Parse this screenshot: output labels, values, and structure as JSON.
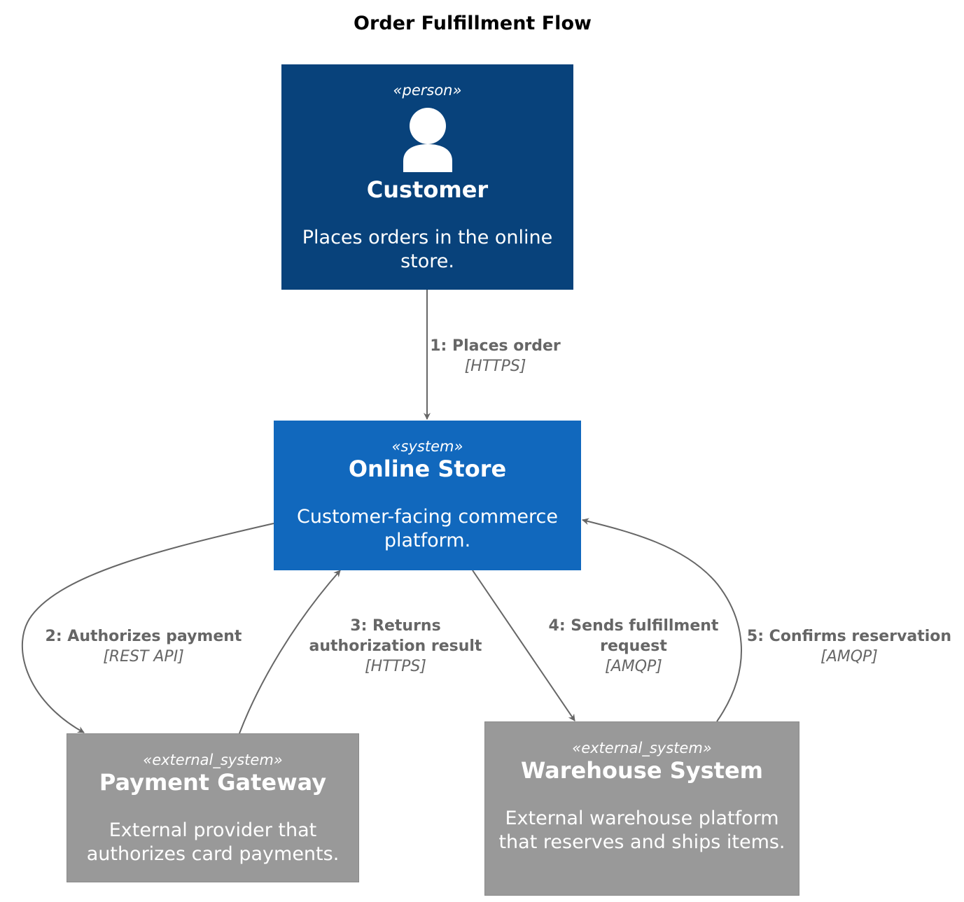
{
  "title": "Order Fulfillment Flow",
  "colors": {
    "person": "#08427b",
    "system": "#1168bd",
    "external_system": "#999999",
    "edge": "#666666"
  },
  "nodes": {
    "customer": {
      "stereotype": "«person»",
      "icon": "person-icon",
      "name": "Customer",
      "description": "Places orders in the online store."
    },
    "online_store": {
      "stereotype": "«system»",
      "name": "Online Store",
      "description": "Customer-facing commerce platform."
    },
    "payment_gateway": {
      "stereotype": "«external_system»",
      "name": "Payment Gateway",
      "description": "External provider that authorizes card payments."
    },
    "warehouse_system": {
      "stereotype": "«external_system»",
      "name": "Warehouse System",
      "description": "External warehouse platform that reserves and ships items."
    }
  },
  "edges": [
    {
      "from": "Customer",
      "to": "Online Store",
      "label": "1: Places order",
      "protocol": "[HTTPS]"
    },
    {
      "from": "Online Store",
      "to": "Payment Gateway",
      "label": "2: Authorizes payment",
      "protocol": "[REST API]"
    },
    {
      "from": "Payment Gateway",
      "to": "Online Store",
      "label": "3: Returns authorization result",
      "protocol": "[HTTPS]"
    },
    {
      "from": "Online Store",
      "to": "Warehouse System",
      "label": "4: Sends fulfillment request",
      "protocol": "[AMQP]"
    },
    {
      "from": "Warehouse System",
      "to": "Online Store",
      "label": "5: Confirms reservation",
      "protocol": "[AMQP]"
    }
  ]
}
